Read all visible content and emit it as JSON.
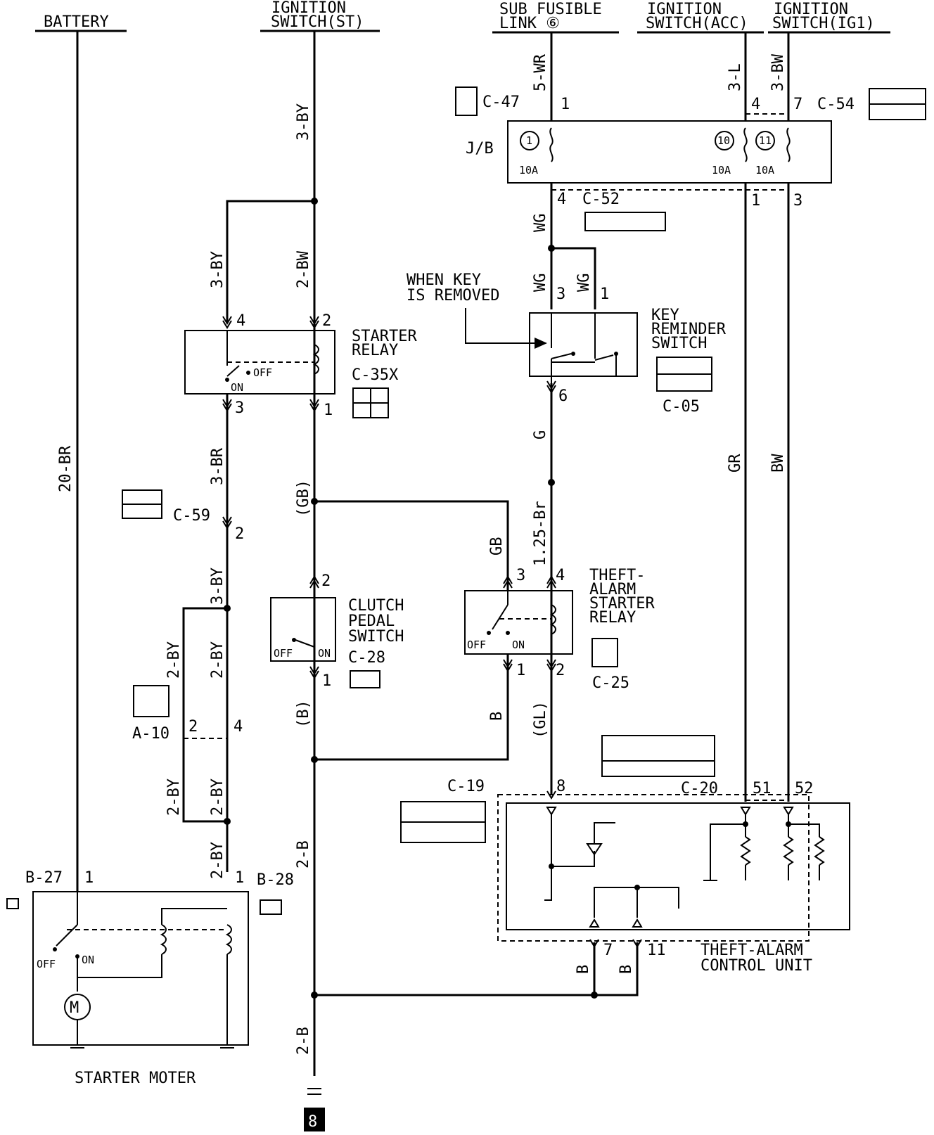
{
  "headers": {
    "battery": "BATTERY",
    "ign_st_1": "IGNITION",
    "ign_st_2": "SWITCH(ST)",
    "sub_fusible_1": "SUB FUSIBLE",
    "sub_fusible_2": "LINK ⑥",
    "ign_acc_1": "IGNITION",
    "ign_acc_2": "SWITCH(ACC)",
    "ign_ig1_1": "IGNITION",
    "ign_ig1_2": "SWITCH(IG1)"
  },
  "wires": {
    "battery_main": "20-BR",
    "st_main": "3-BY",
    "st_relay_coil": "2-BW",
    "relay_to_c59": "3-BY",
    "relay_out": "3-BR",
    "c59_out": "3-BY",
    "a10_left_upper": "2-BY",
    "a10_right_upper": "2-BY",
    "a10_left_lower": "2-BY",
    "a10_right_lower": "2-BY",
    "to_starter": "2-BY",
    "clutch_in": "(GB)",
    "clutch_out": "(B)",
    "ground_mid": "2-B",
    "ground_bottom": "2-B",
    "fusible": "5-WR",
    "acc": "3-L",
    "ig1": "3-BW",
    "jb_out": "WG",
    "key_3": "WG",
    "key_1": "WG",
    "key_out": "G",
    "theft_in": "1.25-Br",
    "theft_out": "(GL)",
    "theft_gb": "GB",
    "theft_b": "B",
    "acc_down": "GR",
    "ig1_down": "BW",
    "cu_7": "B",
    "cu_11": "B"
  },
  "pins": {
    "c47_1": "1",
    "c54_4": "4",
    "c54_7": "7",
    "c52_4": "4",
    "c52_1": "1",
    "c52_3": "3",
    "key_3": "3",
    "key_1": "1",
    "key_6": "6",
    "sr_4": "4",
    "sr_2": "2",
    "sr_3": "3",
    "sr_1": "1",
    "c59_2": "2",
    "a10_2": "2",
    "a10_4": "4",
    "b27_1": "1",
    "b28_1": "1",
    "clutch_2": "2",
    "clutch_1": "1",
    "theft_3": "3",
    "theft_4": "4",
    "theft_1": "1",
    "theft_2": "2",
    "cu_8": "8",
    "cu_51": "51",
    "cu_52": "52",
    "cu_7": "7",
    "cu_11": "11"
  },
  "components": {
    "jb": "J/B",
    "fuse1_num": "1",
    "fuse10_num": "10",
    "fuse11_num": "11",
    "fuse1_rating": "10A",
    "fuse10_rating": "10A",
    "fuse11_rating": "10A",
    "key_note_1": "WHEN KEY",
    "key_note_2": "IS REMOVED",
    "key_switch_1": "KEY",
    "key_switch_2": "REMINDER",
    "key_switch_3": "SWITCH",
    "starter_relay_1": "STARTER",
    "starter_relay_2": "RELAY",
    "clutch_1": "CLUTCH",
    "clutch_2": "PEDAL",
    "clutch_3": "SWITCH",
    "theft_relay_1": "THEFT-",
    "theft_relay_2": "ALARM",
    "theft_relay_3": "STARTER",
    "theft_relay_4": "RELAY",
    "control_unit_1": "THEFT-ALARM",
    "control_unit_2": "CONTROL UNIT",
    "starter_motor": "STARTER MOTER",
    "motor_symbol": "M",
    "off": "OFF",
    "on": "ON"
  },
  "connectors": {
    "c47": "C-47",
    "c54": "C-54",
    "c52": "C-52",
    "c05": "C-05",
    "c35x": "C-35X",
    "c59": "C-59",
    "a10": "A-10",
    "c28": "C-28",
    "c25": "C-25",
    "c19": "C-19",
    "c20": "C-20",
    "b27": "B-27",
    "b28": "B-28",
    "ground_num": "8"
  }
}
